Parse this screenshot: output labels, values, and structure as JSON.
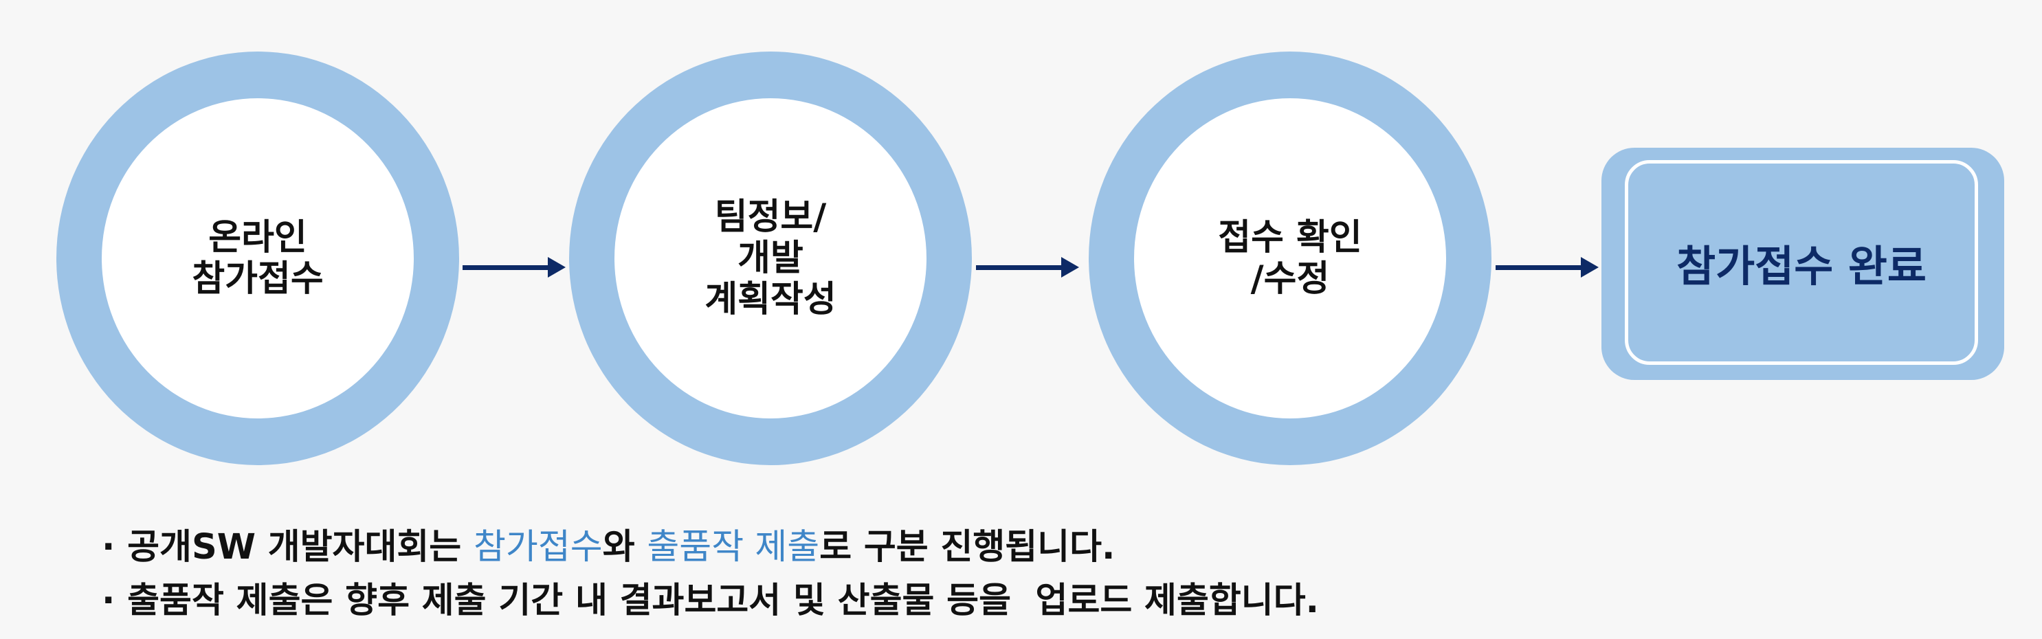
{
  "colors": {
    "ring": "#9dc3e6",
    "arrow": "#0d2a66",
    "final_text": "#0d2a66",
    "highlight": "#3f86c8"
  },
  "steps": [
    {
      "label": "온라인\n참가접수"
    },
    {
      "label": "팀정보/\n개발\n계획작성"
    },
    {
      "label": "접수 확인\n/수정"
    }
  ],
  "final_step": {
    "label": "참가접수 완료"
  },
  "notes": {
    "line1": {
      "bullet": "·",
      "part1": " 공개SW 개발자대회는 ",
      "highlight1": "참가접수",
      "part2": "와 ",
      "highlight2": "출품작 제출",
      "part3": "로 구분 진행됩니다."
    },
    "line2": {
      "bullet": "·",
      "text": " 출품작 제출은 향후 제출 기간 내 결과보고서 및 산출물 등을  업로드 제출합니다."
    }
  }
}
